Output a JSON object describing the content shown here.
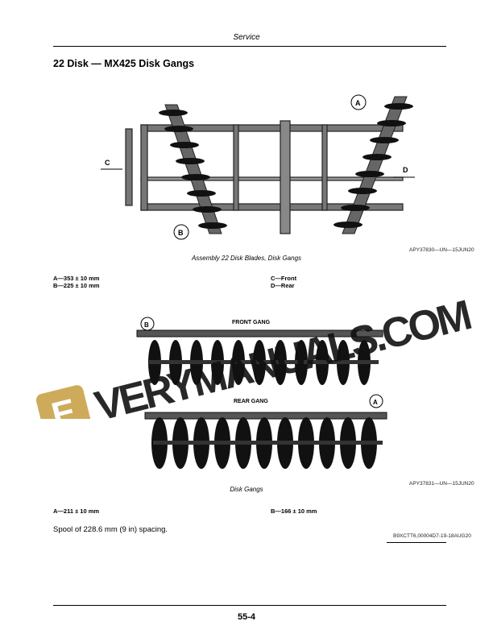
{
  "header": {
    "section": "Service"
  },
  "title": "22 Disk — MX425 Disk Gangs",
  "figure1": {
    "callouts": [
      "A",
      "B",
      "C",
      "D"
    ],
    "caption": "Assembly 22 Disk Blades, Disk Gangs",
    "figure_id": "APY37830—UN—15JUN20",
    "legend": [
      "A—353 ± 10 mm",
      "B—225 ± 10 mm",
      "C—Front",
      "D—Rear"
    ]
  },
  "figure2": {
    "front_label": "FRONT GANG",
    "rear_label": "REAR GANG",
    "callouts": [
      "A",
      "B"
    ],
    "caption": "Disk Gangs",
    "figure_id": "APY37831—UN—15JUN20",
    "legend": [
      "A—211 ± 10 mm",
      "B—166 ± 10 mm"
    ]
  },
  "body_text": "Spool of 228.6 mm (9 in) spacing.",
  "doc_id": "B9XCTT6,00004D7-19-18AUG20",
  "page_number": "55-4",
  "watermark": {
    "text": "EVERYMANUALS.COM",
    "logo_letter": "E",
    "color": "#c9a24a"
  }
}
